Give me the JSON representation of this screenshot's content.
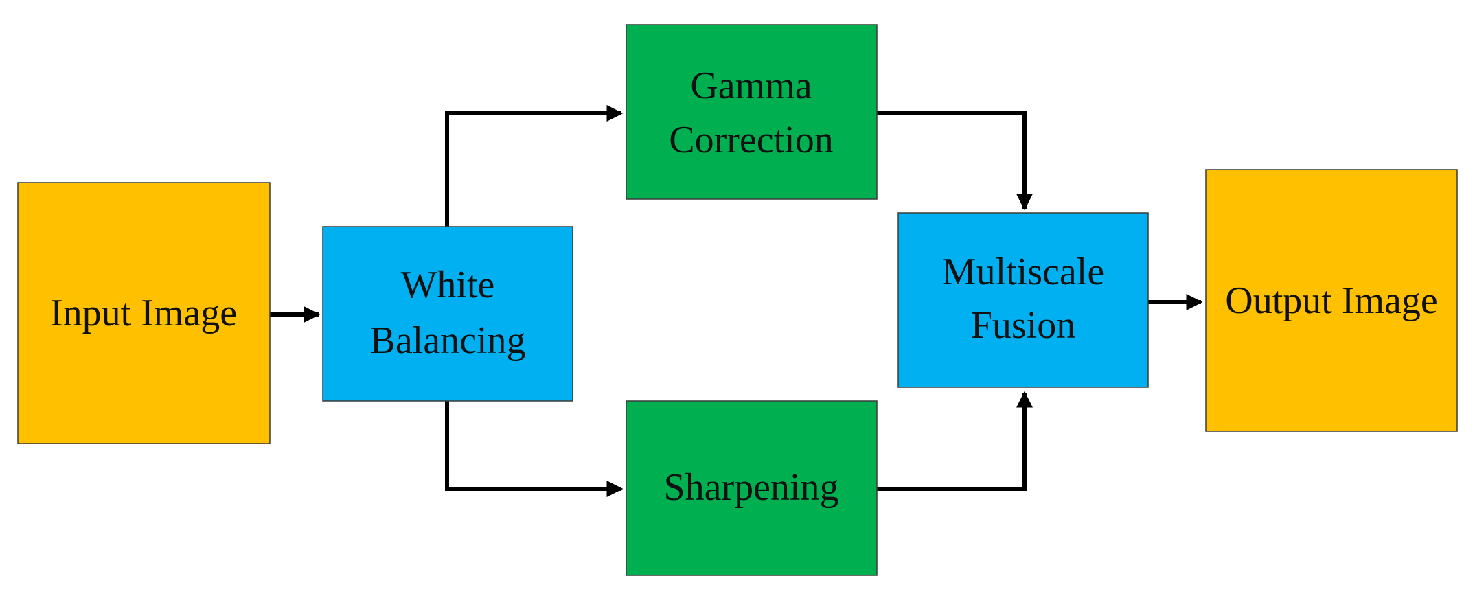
{
  "diagram": {
    "type": "flowchart",
    "colors": {
      "io": "#FFC000",
      "process": "#00B0F0",
      "branch": "#00B050",
      "edge": "#000000"
    },
    "nodes": {
      "input": {
        "lines": [
          "Input Image"
        ],
        "role": "io"
      },
      "white": {
        "lines": [
          "White",
          "Balancing"
        ],
        "role": "process"
      },
      "gamma": {
        "lines": [
          "Gamma",
          "Correction"
        ],
        "role": "branch"
      },
      "sharpen": {
        "lines": [
          "Sharpening"
        ],
        "role": "branch"
      },
      "fusion": {
        "lines": [
          "Multiscale",
          "Fusion"
        ],
        "role": "process"
      },
      "output": {
        "lines": [
          "Output Image"
        ],
        "role": "io"
      }
    },
    "edges": [
      {
        "from": "input",
        "to": "white"
      },
      {
        "from": "white",
        "to": "gamma"
      },
      {
        "from": "white",
        "to": "sharpen"
      },
      {
        "from": "gamma",
        "to": "fusion"
      },
      {
        "from": "sharpen",
        "to": "fusion"
      },
      {
        "from": "fusion",
        "to": "output"
      }
    ]
  }
}
